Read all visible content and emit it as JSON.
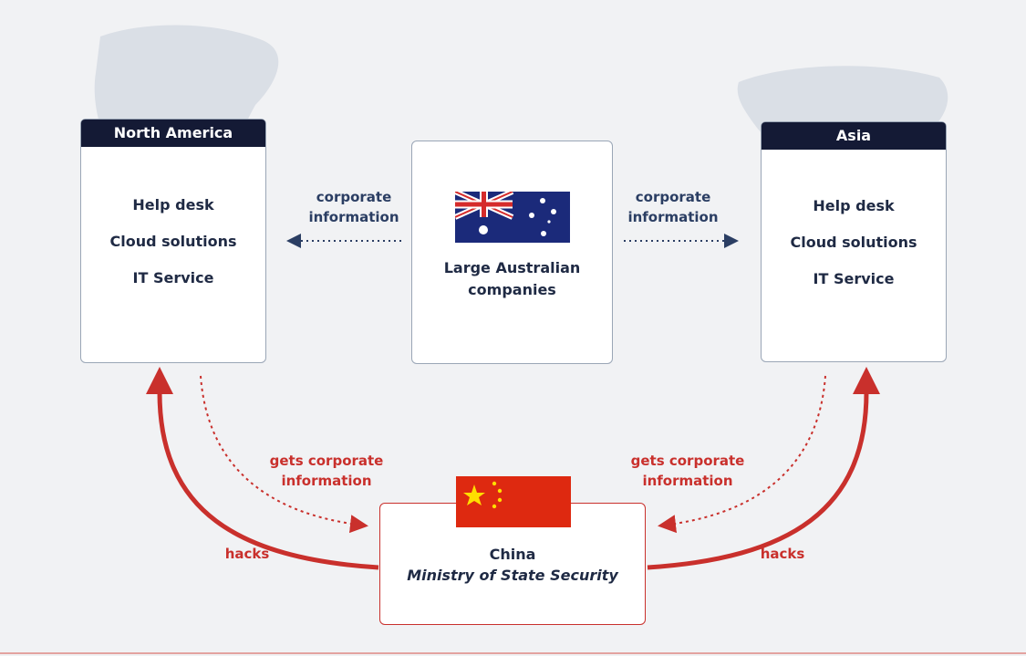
{
  "north_america": {
    "title": "North America",
    "services": [
      "Help desk",
      "Cloud solutions",
      "IT Service"
    ]
  },
  "asia": {
    "title": "Asia",
    "services": [
      "Help desk",
      "Cloud solutions",
      "IT Service"
    ]
  },
  "center": {
    "label_line1": "Large Australian",
    "label_line2": "companies",
    "flag_icon": "australia-flag-icon"
  },
  "china": {
    "name": "China",
    "agency": "Ministry of State Security",
    "flag_icon": "china-flag-icon"
  },
  "flows": {
    "left_top_line1": "corporate",
    "left_top_line2": "information",
    "right_top_line1": "corporate",
    "right_top_line2": "information",
    "left_gets_line1": "gets corporate",
    "left_gets_line2": "information",
    "right_gets_line1": "gets corporate",
    "right_gets_line2": "information",
    "left_hacks": "hacks",
    "right_hacks": "hacks"
  },
  "colors": {
    "header_bg": "#141a35",
    "red": "#c9302c",
    "blue_text": "#2b3e63"
  }
}
